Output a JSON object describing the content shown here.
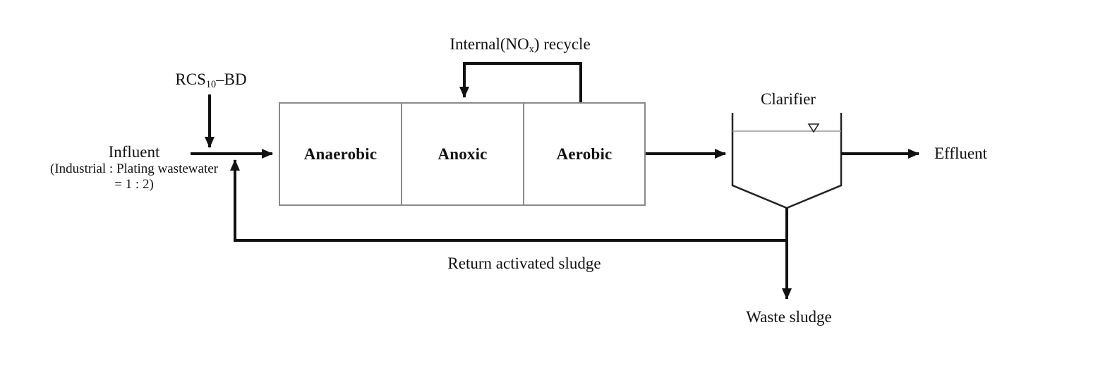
{
  "diagram": {
    "colors": {
      "flow_line": "#111111",
      "tank_border": "#8a8a8a",
      "water_line": "#999999",
      "clarifier_line": "#222222",
      "background": "#ffffff"
    },
    "recycle": {
      "label_pre": "Internal(NO",
      "label_sub": "x",
      "label_post": ") recycle"
    },
    "dosing": {
      "label_pre": "RCS",
      "label_sub": "10",
      "label_post": "–BD"
    },
    "influent": {
      "title": "Influent",
      "detail_line1": "(Industrial : Plating wastewater",
      "detail_line2": "= 1 : 2)"
    },
    "tanks": [
      {
        "label": "Anaerobic"
      },
      {
        "label": "Anoxic"
      },
      {
        "label": "Aerobic"
      }
    ],
    "clarifier": {
      "label": "Clarifier"
    },
    "effluent": {
      "label": "Effluent"
    },
    "return_sludge": {
      "label": "Return activated sludge"
    },
    "waste_sludge": {
      "label": "Waste sludge"
    }
  }
}
